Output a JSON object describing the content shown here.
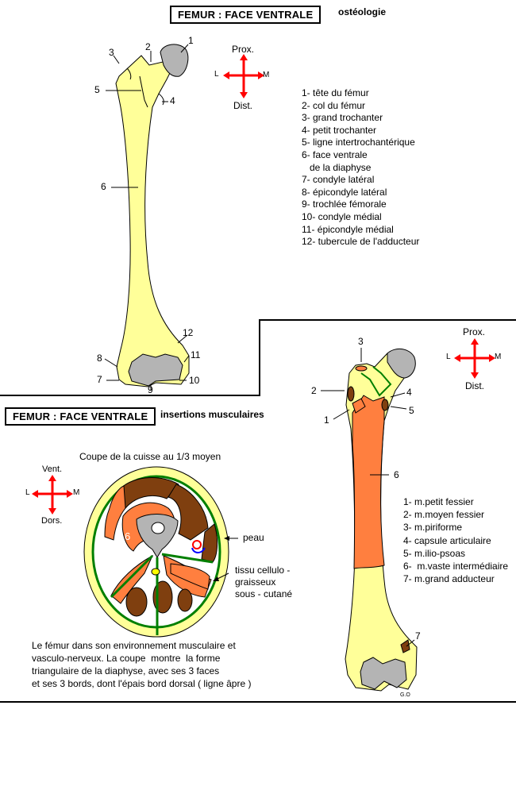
{
  "top": {
    "title": "FEMUR  :  FACE VENTRALE",
    "subtitle": "ostéologie",
    "orientation": {
      "prox": "Prox.",
      "dist": "Dist.",
      "lat": "L",
      "med": "M"
    },
    "legend": [
      "1- tête du fémur",
      "2- col du fémur",
      "3- grand trochanter",
      "4- petit trochanter",
      "5- ligne intertrochantérique",
      "6- face ventrale",
      "   de la diaphyse",
      "7- condyle latéral",
      "8- épicondyle latéral",
      "9- trochlée fémorale",
      "10- condyle médial",
      "11- épicondyle médial",
      "12- tubercule de l'adducteur"
    ],
    "callouts": [
      "1",
      "2",
      "3",
      "4",
      "5",
      "6",
      "7",
      "8",
      "9",
      "10",
      "11",
      "12"
    ]
  },
  "bottom": {
    "title": "FEMUR  :  FACE VENTRALE",
    "subtitle": "insertions musculaires",
    "section_caption": "Coupe de la cuisse au 1/3 moyen",
    "section_orientation": {
      "vent": "Vent.",
      "dors": "Dors.",
      "lat": "L",
      "med": "M"
    },
    "section_labels": {
      "skin": "peau",
      "tissue_1": "tissu cellulo -",
      "tissue_2": "graisseux",
      "tissue_3": "sous - cutané",
      "femur_face": "6"
    },
    "description": [
      "Le fémur dans son environnement musculaire et",
      "vasculo-nerveux. La coupe  montre  la forme",
      "triangulaire de la diaphyse, avec ses 3 faces",
      "et ses 3 bords, dont l'épais bord dorsal ( ligne âpre )"
    ],
    "orientation": {
      "prox": "Prox.",
      "dist": "Dist.",
      "lat": "L",
      "med": "M"
    },
    "legend": [
      "1- m.petit fessier",
      "2- m.moyen fessier",
      "3- m.piriforme",
      "4- capsule articulaire",
      "5- m.ilio-psoas",
      "6-  m.vaste intermédiaire",
      "7- m.grand adducteur"
    ],
    "callouts": [
      "1",
      "2",
      "3",
      "4",
      "5",
      "6",
      "7"
    ],
    "signature": "G.O"
  },
  "colors": {
    "bone": "#ffff99",
    "cartilage": "#b4b4b4",
    "muscle_insertion": "#ff7f3f",
    "muscle_section": "#7f3f0f",
    "fascia": "#007f00",
    "arrow": "#ff0000"
  }
}
